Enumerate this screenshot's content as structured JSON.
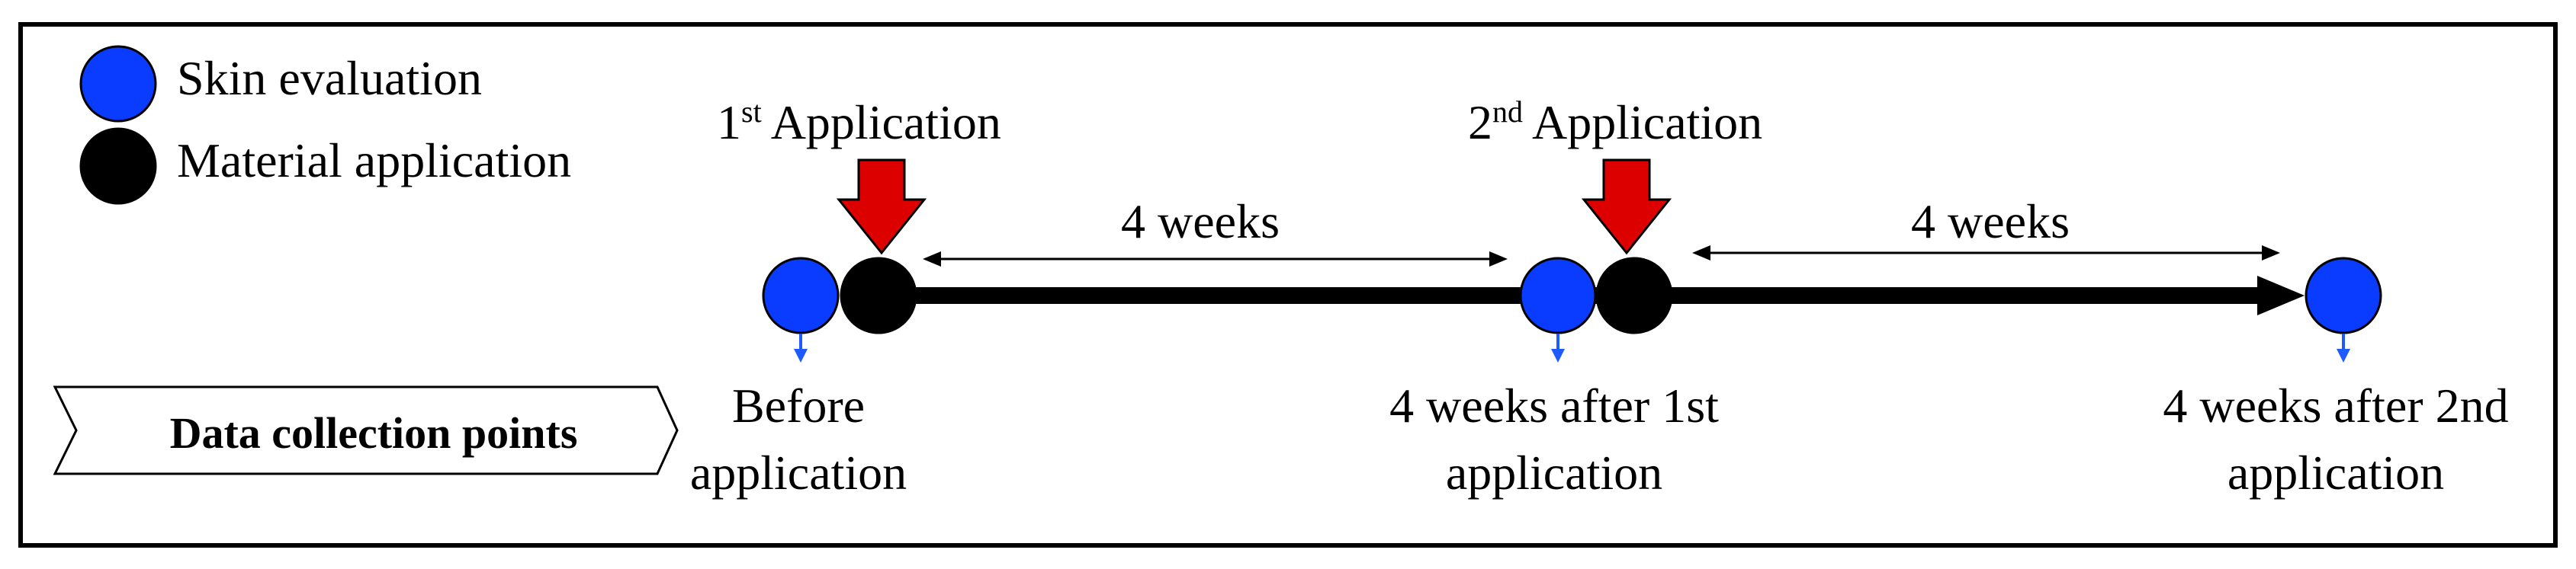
{
  "legend": {
    "items": [
      {
        "label": "Skin evaluation",
        "color": "#0a3cff",
        "icon": "blue-circle"
      },
      {
        "label": "Material application",
        "color": "#000000",
        "icon": "black-circle"
      }
    ]
  },
  "applications": [
    {
      "number": "1",
      "suffix": "st",
      "label": "Application"
    },
    {
      "number": "2",
      "suffix": "nd",
      "label": "Application"
    }
  ],
  "intervals": [
    {
      "label": "4 weeks"
    },
    {
      "label": "4 weeks"
    }
  ],
  "data_collection": {
    "label": "Data collection points",
    "points": [
      {
        "line1": "Before",
        "line2": "application"
      },
      {
        "line1": "4 weeks after 1st",
        "line2": "application"
      },
      {
        "line1": "4 weeks after 2nd",
        "line2": "application"
      }
    ]
  },
  "colors": {
    "evaluation": "#0a3cff",
    "application": "#000000",
    "arrow": "#dd0000",
    "small_arrow": "#1e5bff"
  }
}
